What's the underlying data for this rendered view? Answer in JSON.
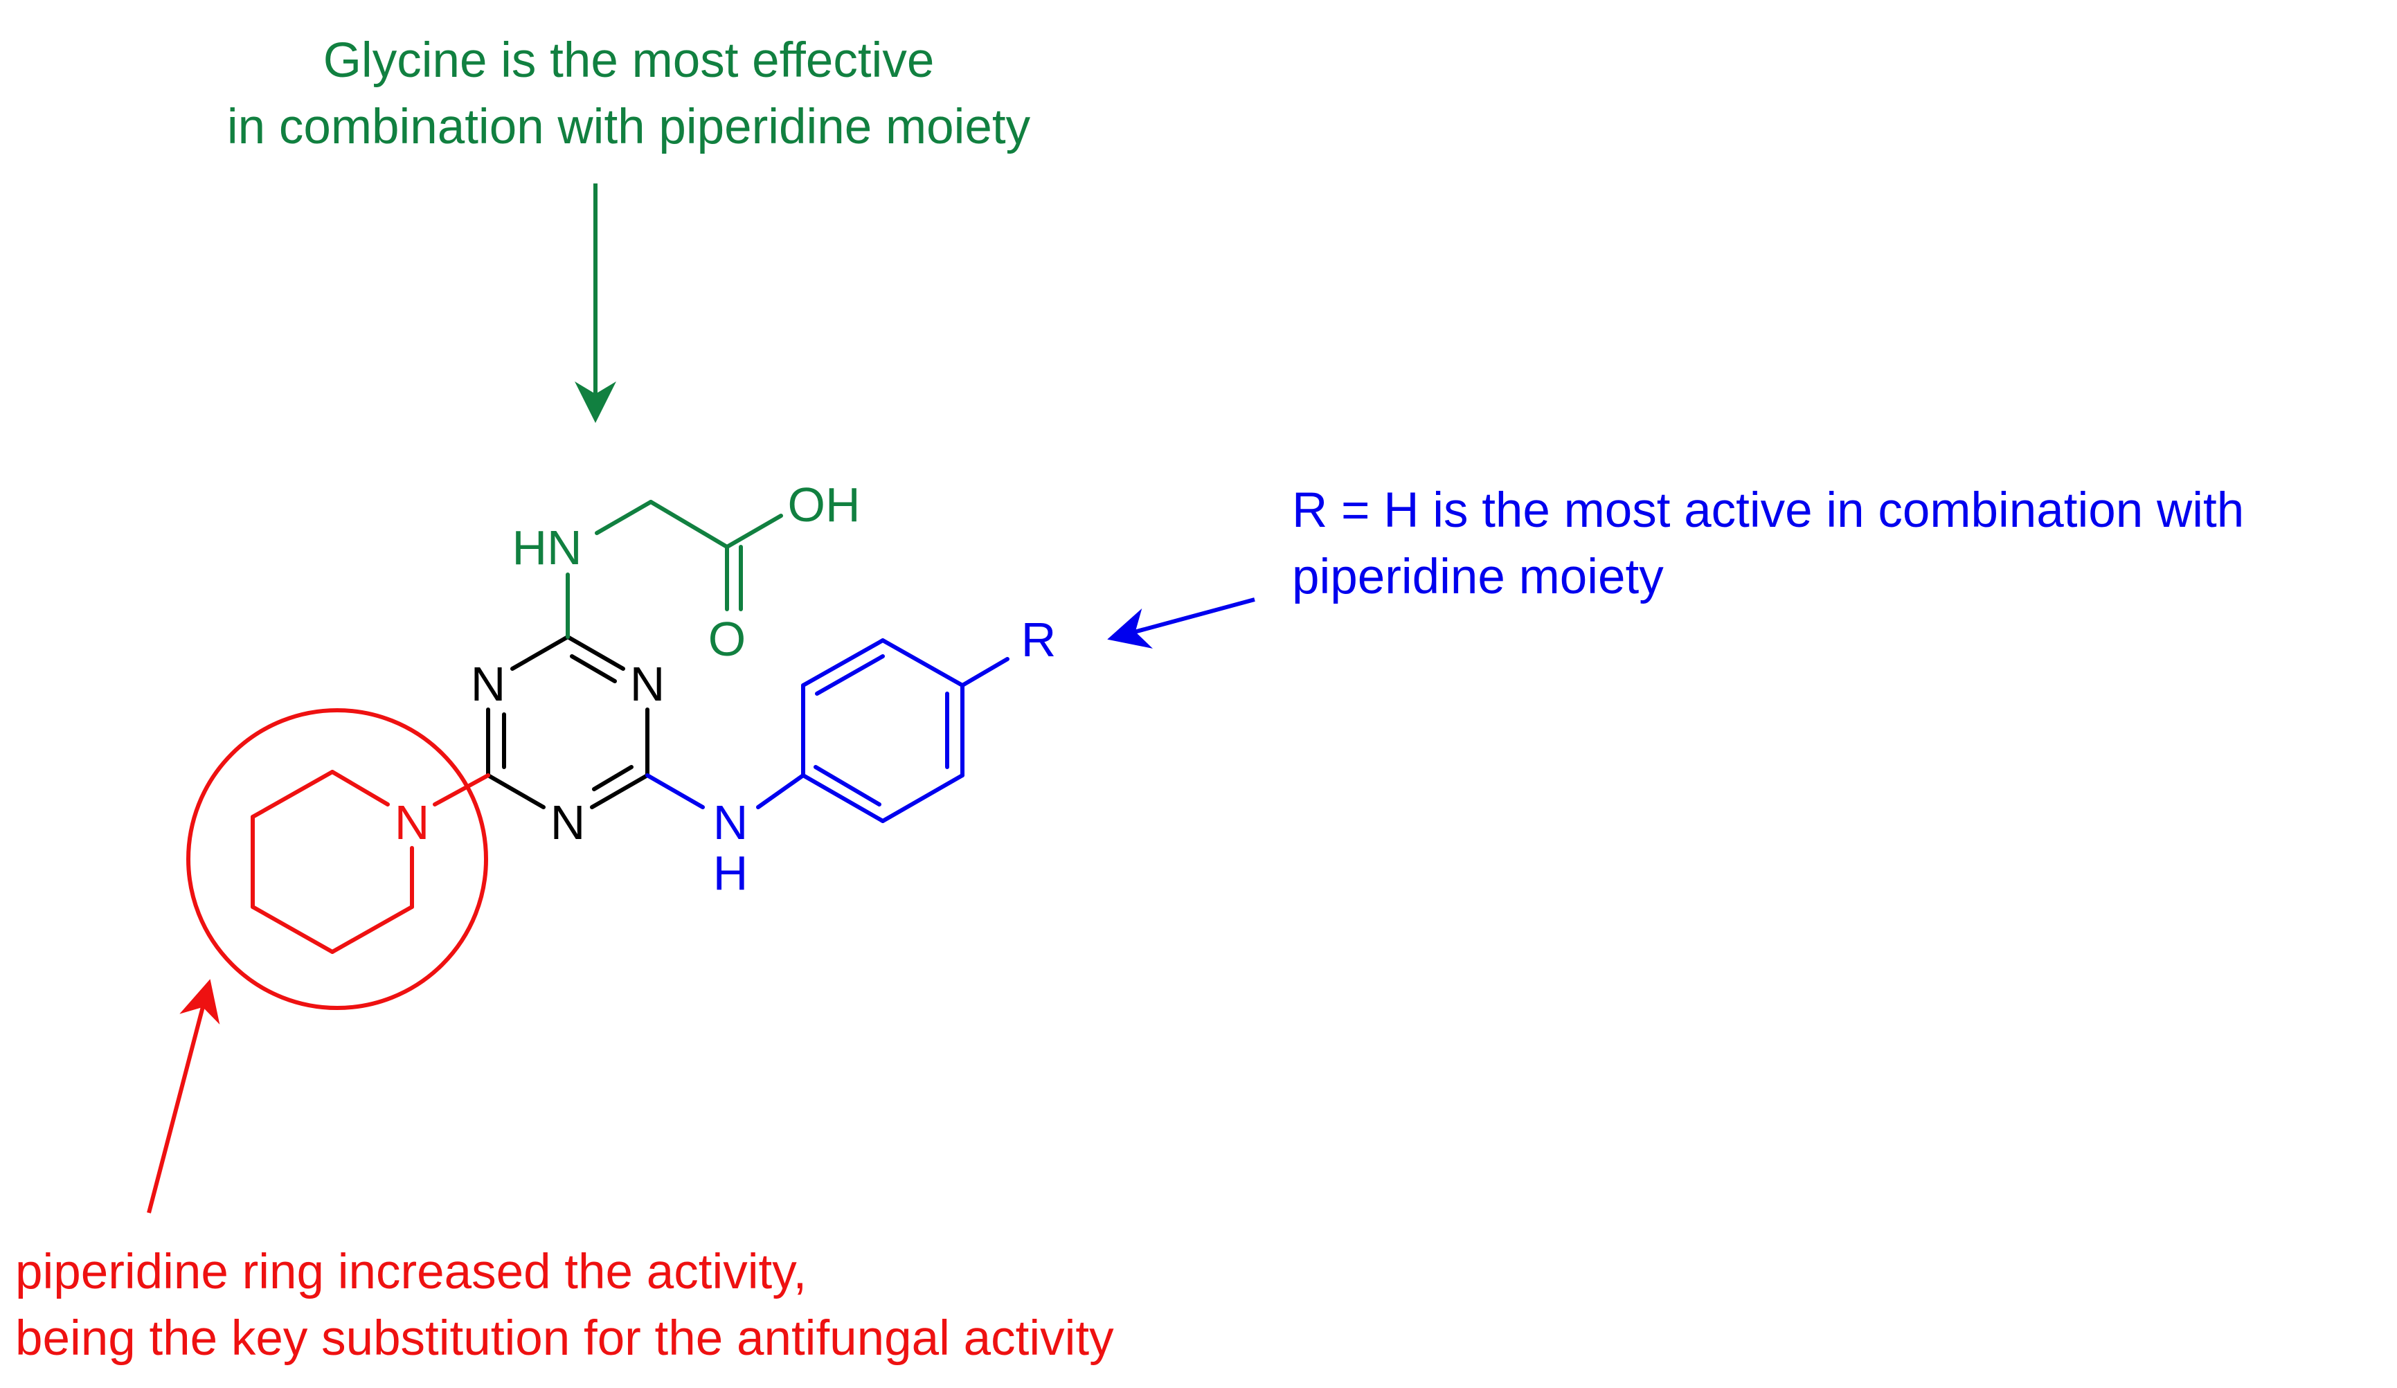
{
  "colors": {
    "black": "#000000",
    "green": "#118040",
    "blue": "#0000ee",
    "red": "#ee1111"
  },
  "annotations": {
    "glycine": {
      "lines": [
        "Glycine is the most effective",
        "in combination with piperidine moiety"
      ]
    },
    "r_group": {
      "lines": [
        "R = H is the most active in combination with",
        "piperidine moiety"
      ]
    },
    "piperidine": {
      "lines": [
        "piperidine ring increased the activity,",
        "being the key substitution for the antifungal activity"
      ]
    }
  },
  "atoms": {
    "triazine_n_left": "N",
    "triazine_n_right": "N",
    "triazine_n_bottom": "N",
    "glycine_nh": "HN",
    "glycine_oh": "OH",
    "glycine_o": "O",
    "anilino_n": "N",
    "anilino_h": "H",
    "r_group": "R",
    "piperidine_n": "N"
  }
}
